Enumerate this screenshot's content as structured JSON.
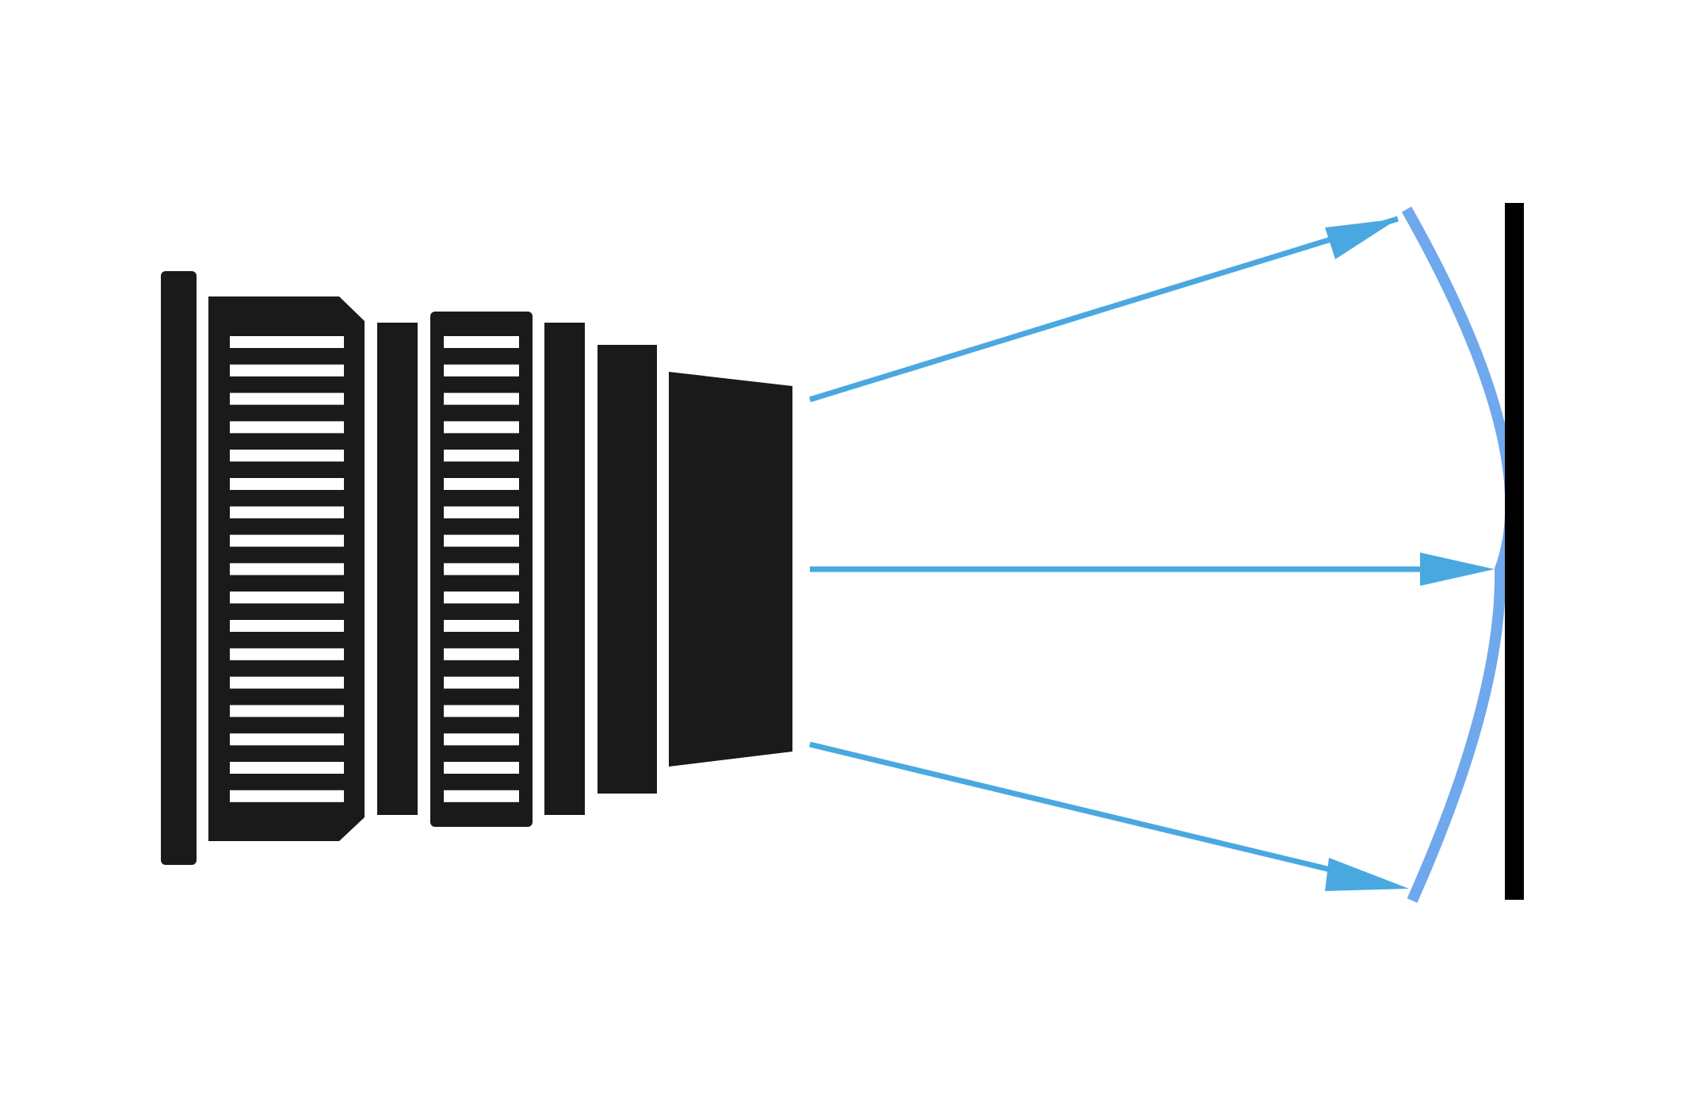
{
  "diagram": {
    "colors": {
      "background": "#ffffff",
      "lens_body": "#1a1a1a",
      "grip_lines": "#ffffff",
      "rays": "#4aa8e0",
      "focal_surface": "#6fa8ec",
      "sensor_plane": "#000000"
    },
    "icons": {
      "lens": "camera-lens-icon",
      "ray": "arrow-icon",
      "curved_surface": "curved-focal-plane",
      "flat_surface": "flat-sensor-plane"
    },
    "ray_count": 3
  }
}
